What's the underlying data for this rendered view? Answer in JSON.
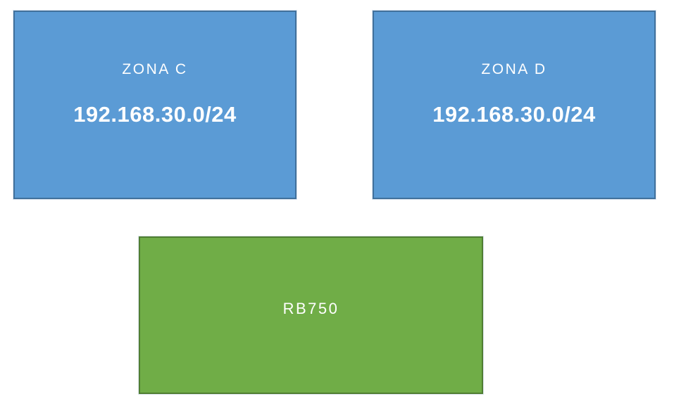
{
  "diagram": {
    "background_color": "#ffffff",
    "text_color": "#ffffff",
    "zones": [
      {
        "label": "ZONA C",
        "subnet": "192.168.30.0/24",
        "fill_color": "#5b9bd5",
        "border_color": "#41719c"
      },
      {
        "label": "ZONA D",
        "subnet": "192.168.30.0/24",
        "fill_color": "#5b9bd5",
        "border_color": "#41719c"
      }
    ],
    "router": {
      "label": "RB750",
      "fill_color": "#70ad47",
      "border_color": "#507e32"
    }
  }
}
